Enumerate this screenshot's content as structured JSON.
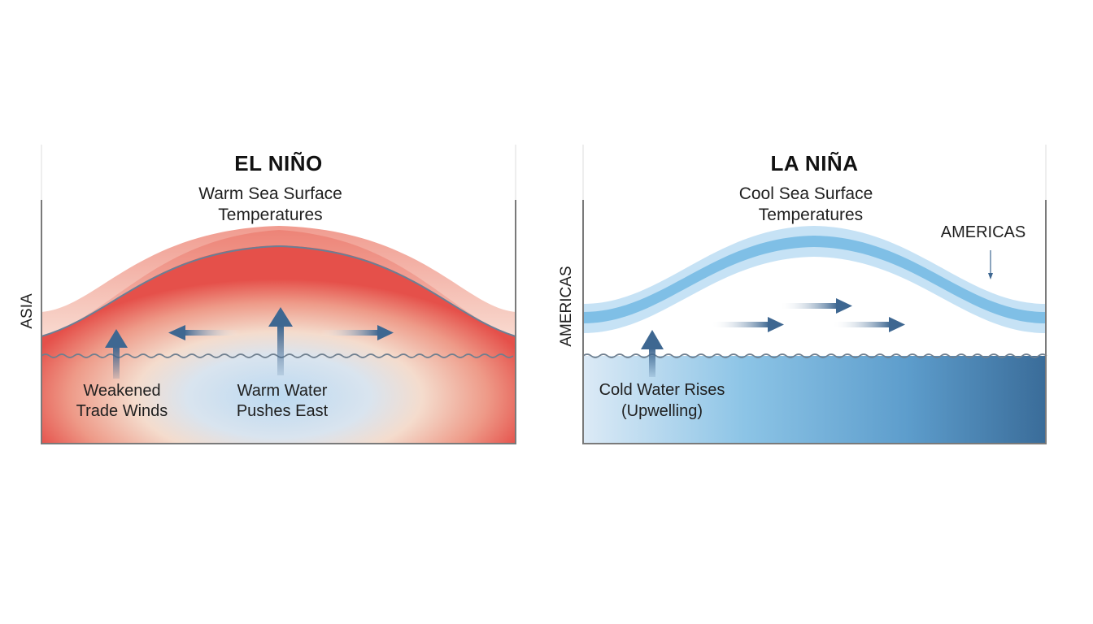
{
  "el_nino": {
    "title": "EL NIÑO",
    "surface_line1": "Warm Sea Surface",
    "surface_line2": "Temperatures",
    "side_label": "ASIA",
    "winds_line1": "Weakened",
    "winds_line2": "Trade Winds",
    "water_line1": "Warm Water",
    "water_line2": "Pushes East"
  },
  "la_nina": {
    "title": "LA NIÑA",
    "surface_line1": "Cool Sea Surface",
    "surface_line2": "Temperatures",
    "side_label": "AMERICAS",
    "callout": "AMERICAS",
    "upwelling_line1": "Cold Water Rises",
    "upwelling_line2": "(Upwelling)"
  },
  "colors": {
    "warm": "#e5504a",
    "warm_light": "#f6c4b7",
    "cool_deep": "#3c6f9b",
    "cool_light": "#bfe0f4",
    "band": "#7fbfe6",
    "arrow": "#3e6791",
    "frame": "#7a7a7a"
  },
  "icons": [
    "up-arrow-icon",
    "left-arrow-icon",
    "right-arrow-icon",
    "down-arrow-icon"
  ]
}
